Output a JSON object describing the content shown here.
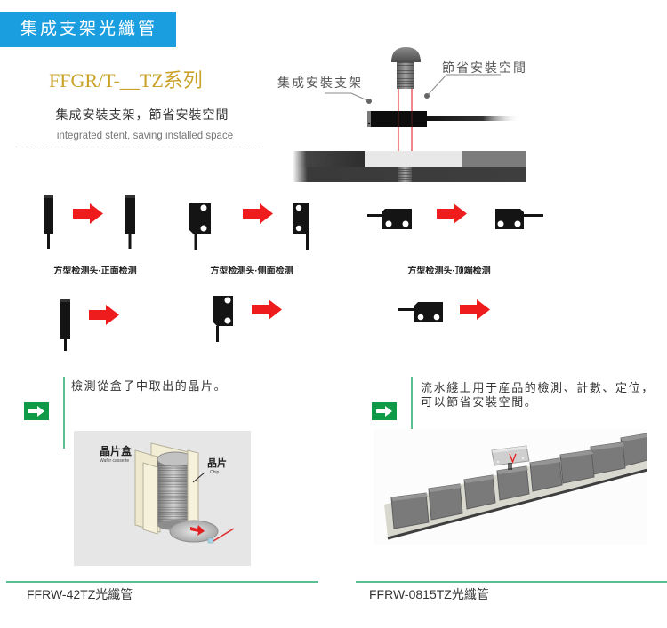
{
  "banner": {
    "title": "集成支架光纖管"
  },
  "intro": {
    "series_title": "FFGR/T-__TZ系列",
    "subtitle": "集成安裝支架，節省安裝空間",
    "subtitle_en": "integrated stent, saving installed space"
  },
  "mount_diagram": {
    "label_bracket": "集成安裝支架",
    "label_space": "節省安裝空間"
  },
  "detection_modes": [
    {
      "label": "方型检测头·正面检测"
    },
    {
      "label": "方型检测头·侧面检测"
    },
    {
      "label": "方型检测头·顶端检测"
    }
  ],
  "applications": [
    {
      "description_lines": [
        "檢測從盒子中取出的晶片。"
      ],
      "illustration": {
        "cassette_label": "晶片盒",
        "cassette_label_en": "Wafer cassette",
        "chip_label": "晶片",
        "chip_label_en": "Chip"
      },
      "caption": "FFRW-42TZ光纖管"
    },
    {
      "description_lines": [
        "流水綫上用于産品的檢測、計數、定位，",
        "可以節省安裝空間。"
      ],
      "caption": "FFRW-0815TZ光纖管"
    }
  ],
  "icons": {
    "go": "arrow-right-icon",
    "mode_arrow": "red-arrow-right-icon"
  },
  "colors": {
    "banner": "#1a9ee0",
    "series_title": "#c9a227",
    "go_icon": "#0f9a48",
    "divider": "#5cbf93",
    "mode_arrow": "#ee1c1c"
  }
}
